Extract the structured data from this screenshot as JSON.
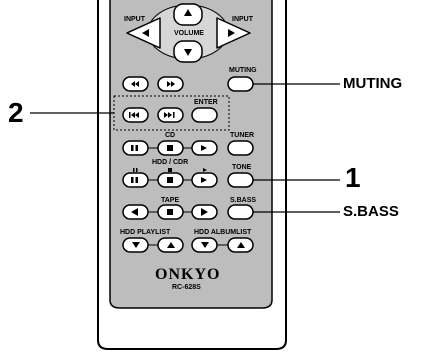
{
  "remote": {
    "brand": "ONKYO",
    "model": "RC-628S",
    "labels": {
      "input_left": "INPUT",
      "input_right": "INPUT",
      "volume": "VOLUME",
      "muting": "MUTING",
      "enter": "ENTER",
      "cd": "CD",
      "tuner": "TUNER",
      "hdd_cdr": "HDD / CDR",
      "tone": "TONE",
      "tape": "TAPE",
      "sbass": "S.BASS",
      "hdd_playlist": "HDD PLAYLIST",
      "hdd_albumlist": "HDD ALBUMLIST"
    }
  },
  "callouts": {
    "muting": "MUTING",
    "number_2": "2",
    "number_1": "1",
    "sbass": "S.BASS"
  }
}
